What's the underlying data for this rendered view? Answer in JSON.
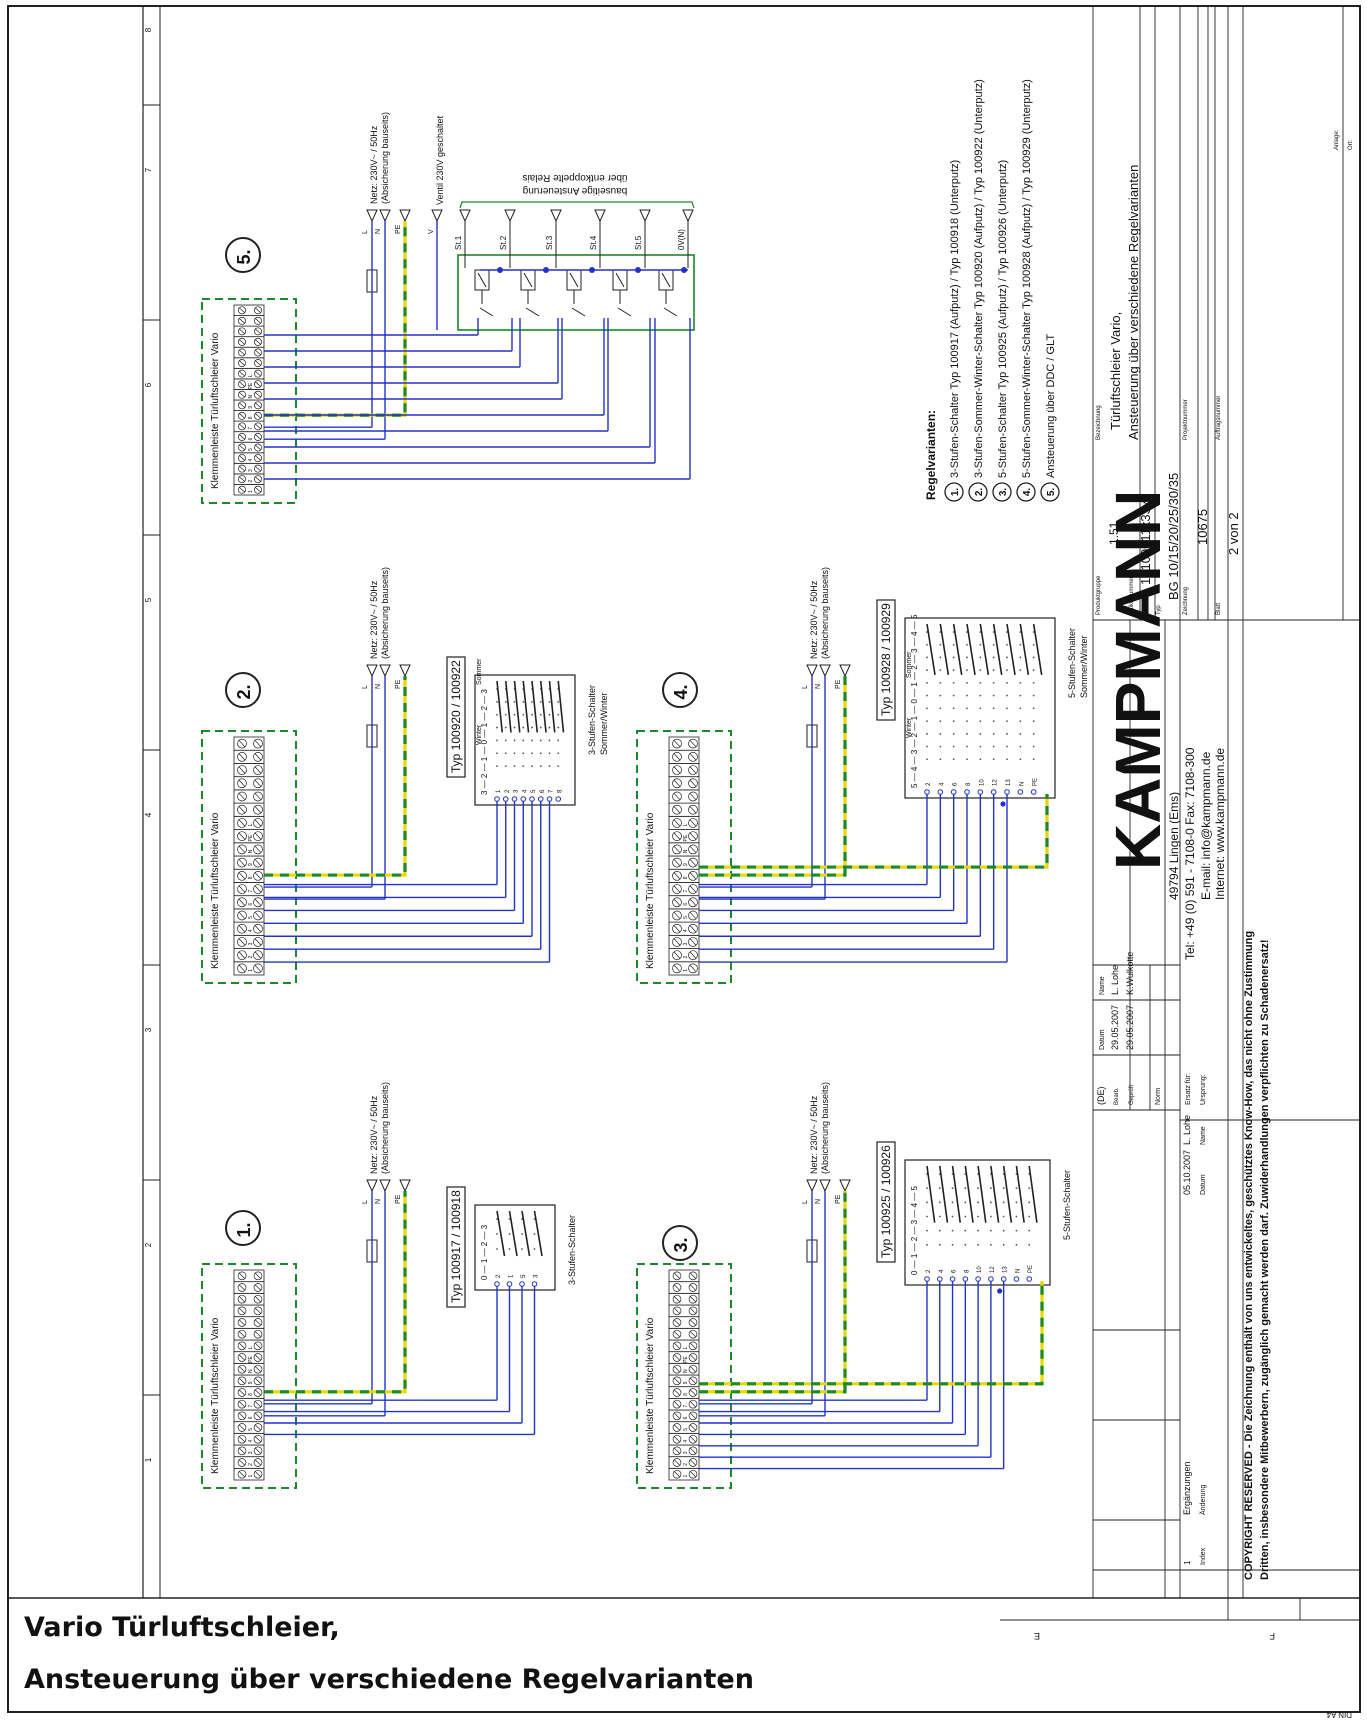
{
  "caption": {
    "line1": "Vario Türluftschleier,",
    "line2": "Ansteuerung über verschiedene Regelvarianten"
  },
  "ruler": {
    "zones": [
      "1",
      "2",
      "3",
      "4",
      "5",
      "6",
      "7",
      "8"
    ],
    "sheet_letters": [
      "E",
      "F"
    ]
  },
  "terminal_block": {
    "title": "Klemmenleiste Türluftschleier Vario",
    "labels": [
      "1",
      "2",
      "3",
      "4",
      "5",
      "6",
      "7",
      "8",
      "9",
      "N",
      "PE",
      "L"
    ]
  },
  "supply": {
    "wires": [
      "L",
      "N",
      "PE"
    ],
    "label_line1": "Netz: 230V~ / 50Hz",
    "label_line2": "(Absicherung bauseits)",
    "valve_wire": "V",
    "valve_label": "Ventil 230V geschaltet"
  },
  "variants": [
    {
      "number": "1.",
      "switch_type": "Typ 100917 / 100918",
      "switch_label": "3-Stufen-Schalter",
      "scale": "0 — 1 — 2 — 3",
      "contacts": [
        "2",
        "1",
        "5",
        "3"
      ]
    },
    {
      "number": "2.",
      "switch_type": "Typ 100920 / 100922",
      "switch_label_1": "3-Stufen-Schalter",
      "switch_label_2": "Sommer/Winter",
      "scale": "3 — 2 — 1 — 0 — 1 — 2 — 3",
      "winter": "Winter",
      "sommer": "Sommer",
      "contacts": [
        "1",
        "2",
        "3",
        "4",
        "5",
        "6",
        "7",
        "8"
      ]
    },
    {
      "number": "3.",
      "switch_type": "Typ 100925 / 100926",
      "switch_label": "5-Stufen-Schalter",
      "scale": "0 — 1 — 2 — 3 — 4 — 5",
      "contacts": [
        "2",
        "4",
        "6",
        "8",
        "10",
        "12",
        "13",
        "N",
        "PE"
      ]
    },
    {
      "number": "4.",
      "switch_type": "Typ 100928 / 100929",
      "switch_label_1": "5-Stufen-Schalter",
      "switch_label_2": "Sommer/Winter",
      "scale": "5 — 4 — 3 — 2 — 1 — 0 — 1 — 2 — 3 — 4 — 5",
      "winter": "Winter",
      "sommer": "Sommer",
      "contacts": [
        "2",
        "4",
        "6",
        "8",
        "10",
        "12",
        "13",
        "N",
        "PE"
      ]
    },
    {
      "number": "5.",
      "relay_title": "bauseitige Ansteuerung",
      "relay_subtitle": "über entkoppelte Relais",
      "relay_inputs": [
        "St.1",
        "St.2",
        "St.3",
        "St.4",
        "St.5",
        "0V(N)"
      ]
    }
  ],
  "legend": {
    "title": "Regelvarianten:",
    "items": [
      {
        "n": "1.",
        "text": "3-Stufen-Schalter Typ 100917 (Aufputz) / Typ 100918 (Unterputz)"
      },
      {
        "n": "2.",
        "text": "3-Stufen-Sommer-Winter-Schalter Typ 100920 (Aufputz) / Typ 100922 (Unterputz)"
      },
      {
        "n": "3.",
        "text": "5-Stufen-Schalter Typ 100925 (Aufputz) / Typ 100926 (Unterputz)"
      },
      {
        "n": "4.",
        "text": "5-Stufen-Sommer-Winter-Schalter Typ 100928 (Aufputz) / Typ 100929 (Unterputz)"
      },
      {
        "n": "5.",
        "text": "Ansteuerung über DDC / GLT"
      }
    ]
  },
  "title_block": {
    "brand": "KAMPMANN",
    "address": "49794 Lingen (Ems)",
    "phone": "Tel: +49 (0) 591 - 7108-0   Fax: 7108-300",
    "email": "E-mail: info@kampmann.de",
    "web": "Internet: www.kampmann.de",
    "copyright_1": "COPYRIGHT RESERVED - Die Zeichnung enthält von uns entwickeltes, geschütztes Know-How, das nicht ohne Zustimmung",
    "copyright_2": "Dritten, insbesondere Mitbewerbern, zugänglich gemacht werden darf. Zuwiderhandlungen verpflichten zu Schadenersatz!",
    "lang": "(DE)",
    "datum_h": "Datum",
    "name_h": "Name",
    "bearb_label": "Bearb.",
    "bearb_date": "29.05.2007",
    "bearb_name": "L. Lohe",
    "gepr_label": "Geprüft",
    "gepr_date": "29.05.2007",
    "gepr_name": "K.Wulkotte",
    "norm": "Norm",
    "ersatz": "Ersatz für:",
    "ursprung": "Ursprung:",
    "index_h": "Index",
    "aenderung_h": "Änderung",
    "rev_index": "1",
    "rev_text": "Ergänzungen",
    "rev_date": "05.10.2007",
    "rev_name": "L. Lohe",
    "produktgruppe_label": "Produktgruppe",
    "produktgruppe": "1.51",
    "artikel_label": "Artikelnummer",
    "artikel": "15100011x33x",
    "typ_label": "Typ",
    "typ": "BG 10/15/20/25/30/35",
    "zeichnung_label": "Zeichnung",
    "zeichnung": "10675",
    "blatt_label": "Blatt",
    "blatt": "2  von  2",
    "bezeichnung_label": "Bezeichnung",
    "bezeichnung_1": "Türluftschleier Vario,",
    "bezeichnung_2": "Ansteuerung über verschiedene Regelvarianten",
    "projekt_label": "Projektnummer",
    "auftrag_label": "Auftragsnummer",
    "anlage_label": "Anlage:",
    "ort_label": "Ort:",
    "corner": "DIN A4"
  },
  "colors": {
    "wire": "#2233cc",
    "pe": "#1a8a2a",
    "pe_stripe": "#e8d800",
    "frame": "#222222",
    "brand": "#d0211a",
    "label_blue": "#2a6fe0"
  }
}
